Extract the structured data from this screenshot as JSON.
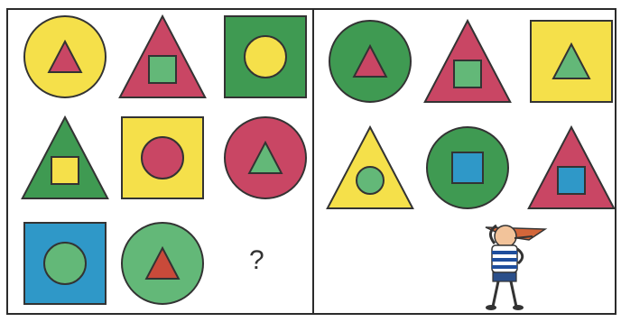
{
  "puzzle": {
    "question_mark": "?"
  },
  "colors": {
    "yellow": "#f5e04a",
    "red": "#c94664",
    "green": "#3f9a52",
    "light_green": "#63b878",
    "blue": "#2f98c8",
    "triangle_red": "#c94a3a",
    "outline": "#333333"
  },
  "grid_left": [
    {
      "outer": "circle",
      "outer_color": "yellow",
      "inner": "triangle",
      "inner_color": "red"
    },
    {
      "outer": "triangle",
      "outer_color": "red",
      "inner": "square",
      "inner_color": "light_green"
    },
    {
      "outer": "square",
      "outer_color": "green",
      "inner": "circle",
      "inner_color": "yellow"
    },
    {
      "outer": "triangle",
      "outer_color": "green",
      "inner": "square",
      "inner_color": "yellow"
    },
    {
      "outer": "square",
      "outer_color": "yellow",
      "inner": "circle",
      "inner_color": "red"
    },
    {
      "outer": "circle",
      "outer_color": "red",
      "inner": "triangle",
      "inner_color": "light_green"
    },
    {
      "outer": "square",
      "outer_color": "blue",
      "inner": "circle",
      "inner_color": "light_green"
    },
    {
      "outer": "circle",
      "outer_color": "light_green",
      "inner": "triangle",
      "inner_color": "triangle_red"
    },
    {
      "outer": "missing",
      "outer_color": "",
      "inner": "",
      "inner_color": ""
    }
  ],
  "answer_options": [
    {
      "outer": "circle",
      "outer_color": "green",
      "inner": "triangle",
      "inner_color": "red"
    },
    {
      "outer": "triangle",
      "outer_color": "red",
      "inner": "square",
      "inner_color": "light_green"
    },
    {
      "outer": "square",
      "outer_color": "yellow",
      "inner": "triangle",
      "inner_color": "light_green"
    },
    {
      "outer": "triangle",
      "outer_color": "yellow",
      "inner": "circle",
      "inner_color": "light_green"
    },
    {
      "outer": "circle",
      "outer_color": "green",
      "inner": "square",
      "inner_color": "blue"
    },
    {
      "outer": "triangle",
      "outer_color": "red",
      "inner": "square",
      "inner_color": "blue"
    }
  ]
}
